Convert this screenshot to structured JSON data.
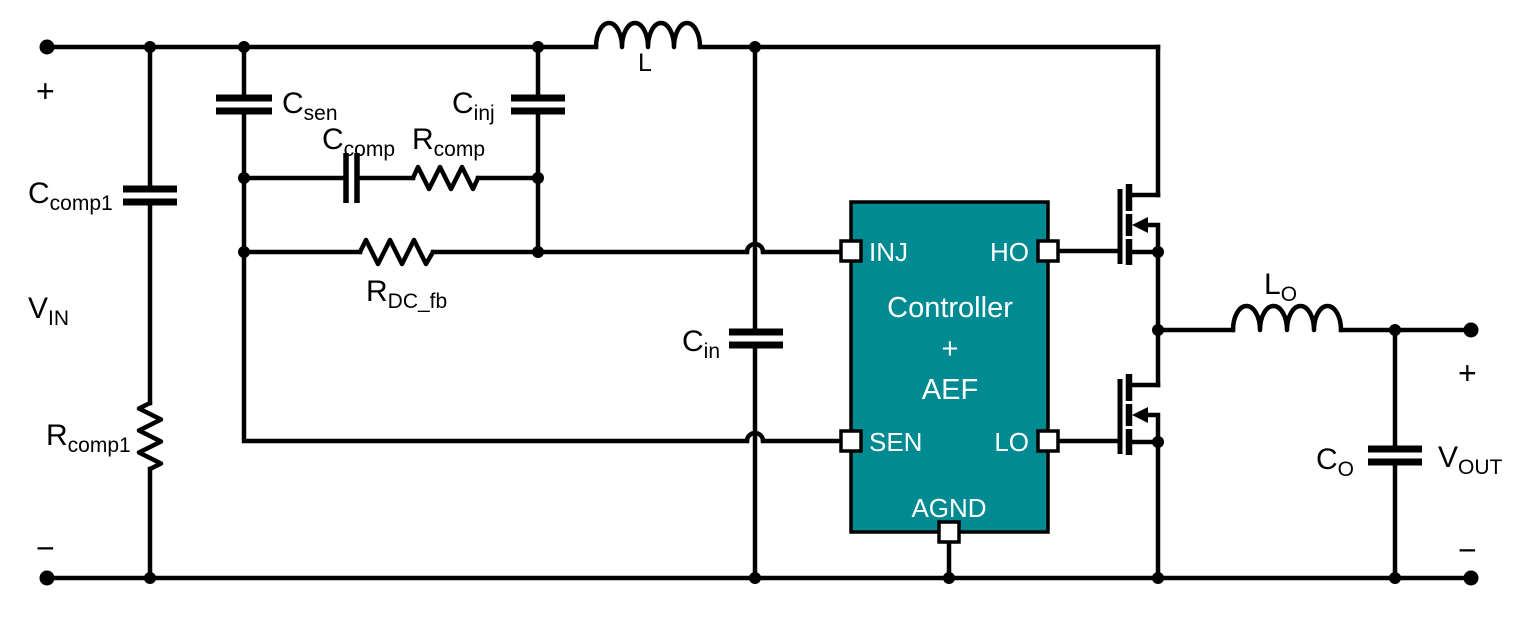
{
  "diagram_type": "circuit-schematic",
  "colors": {
    "background": "#FFFFFF",
    "wire": "#000000",
    "controller_fill": "#008B92",
    "controller_border": "#000000",
    "controller_text": "#FFFFFF",
    "pin_box_fill": "#FFFFFF"
  },
  "labels": {
    "vin_plus": "+",
    "vin_minus": "−",
    "vin": {
      "base": "V",
      "sub": "IN"
    },
    "ccomp1": {
      "base": "C",
      "sub": "comp1"
    },
    "rcomp1": {
      "base": "R",
      "sub": "comp1"
    },
    "csen": {
      "base": "C",
      "sub": "sen"
    },
    "ccomp": {
      "base": "C",
      "sub": "comp"
    },
    "rcomp": {
      "base": "R",
      "sub": "comp"
    },
    "cinj": {
      "base": "C",
      "sub": "inj"
    },
    "rdc_fb": {
      "base": "R",
      "sub": "DC_fb"
    },
    "l": {
      "base": "L"
    },
    "cin": {
      "base": "C",
      "sub": "in"
    },
    "lo": {
      "base": "L",
      "sub": "O"
    },
    "co": {
      "base": "C",
      "sub": "O"
    },
    "vout": {
      "base": "V",
      "sub": "OUT"
    },
    "vout_plus": "+",
    "vout_minus": "−"
  },
  "controller": {
    "title_line1": "Controller",
    "title_line2": "+",
    "title_line3": "AEF",
    "pins": {
      "inj": "INJ",
      "sen": "SEN",
      "ho": "HO",
      "lo": "LO",
      "agnd": "AGND"
    }
  }
}
